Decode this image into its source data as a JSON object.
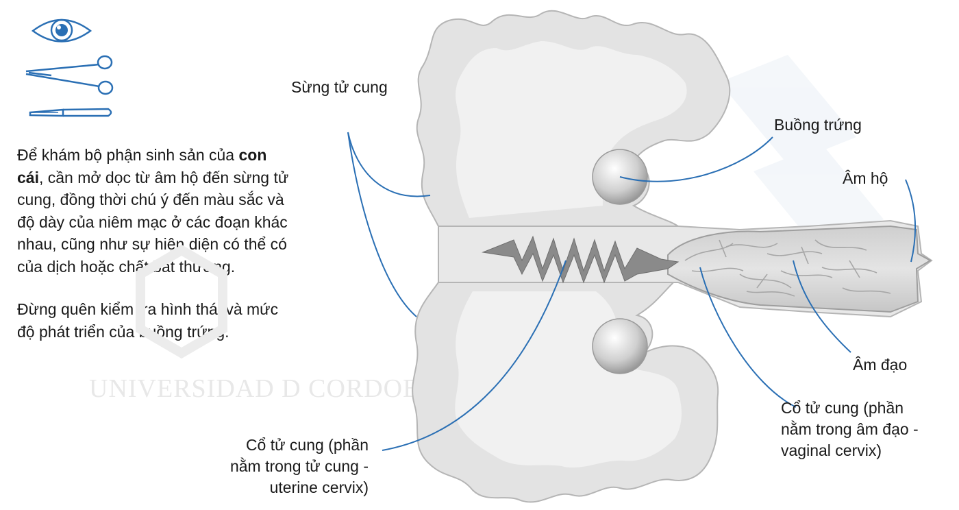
{
  "description": {
    "p1_prefix": "Để khám bộ phận sinh sản của ",
    "p1_bold": "con cái",
    "p1_suffix": ", cần mở dọc từ âm hộ đến sừng tử cung, đồng thời chú ý đến màu sắc và độ dày của niêm mạc ở các đoạn khác nhau, cũng như sự hiện diện có thể có của dịch hoặc chất bất thường.",
    "p2": "Đừng quên kiểm tra hình thái và mức độ phát triển của buồng trứng."
  },
  "watermark": "UNIVERSIDAD D CORDOBA",
  "labels": {
    "uterine_horn": "Sừng tử cung",
    "ovary": "Buồng trứng",
    "vulva": "Âm hộ",
    "vagina": "Âm đạo",
    "vaginal_cervix_l1": "Cổ tử cung (phần",
    "vaginal_cervix_l2": "nằm trong âm đạo -",
    "vaginal_cervix_l3": "vaginal cervix)",
    "uterine_cervix_l1": "Cổ tử cung (phần",
    "uterine_cervix_l2": "nằm trong tử cung -",
    "uterine_cervix_l3": "uterine cervix)"
  },
  "icons": [
    "eye-icon",
    "scissors-icon",
    "scalpel-icon"
  ],
  "colors": {
    "accent": "#2a6fb4",
    "organ": "#e6e6e6",
    "organ_edge": "#b8b8b8",
    "canal": "#8c8c8c"
  }
}
